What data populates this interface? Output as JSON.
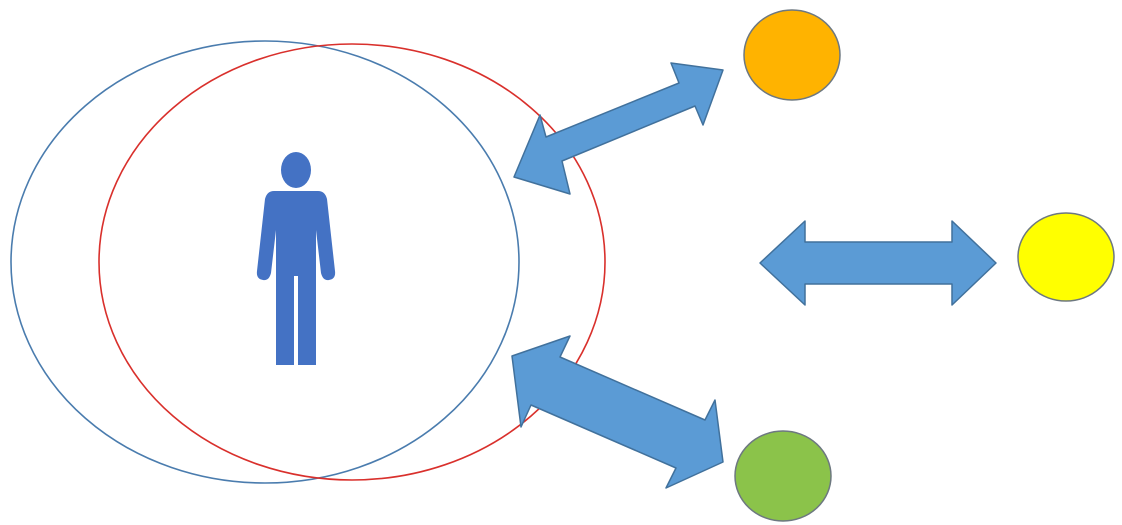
{
  "diagram": {
    "colors": {
      "background": "#ffffff",
      "outer_ellipse_stroke": "#4a7cae",
      "inner_ellipse_stroke": "#d9302c",
      "person_fill": "#4472c4",
      "arrow_fill": "#5b9bd5",
      "arrow_stroke": "#41719c",
      "node_stroke": "#6d7880"
    },
    "nodes": [
      {
        "name": "orange-node",
        "color": "#ffb300"
      },
      {
        "name": "yellow-node",
        "color": "#ffff00"
      },
      {
        "name": "green-node",
        "color": "#8bc34a"
      }
    ],
    "center_icon": "person-icon",
    "connectors": [
      "double-arrow",
      "double-arrow",
      "double-arrow"
    ]
  }
}
